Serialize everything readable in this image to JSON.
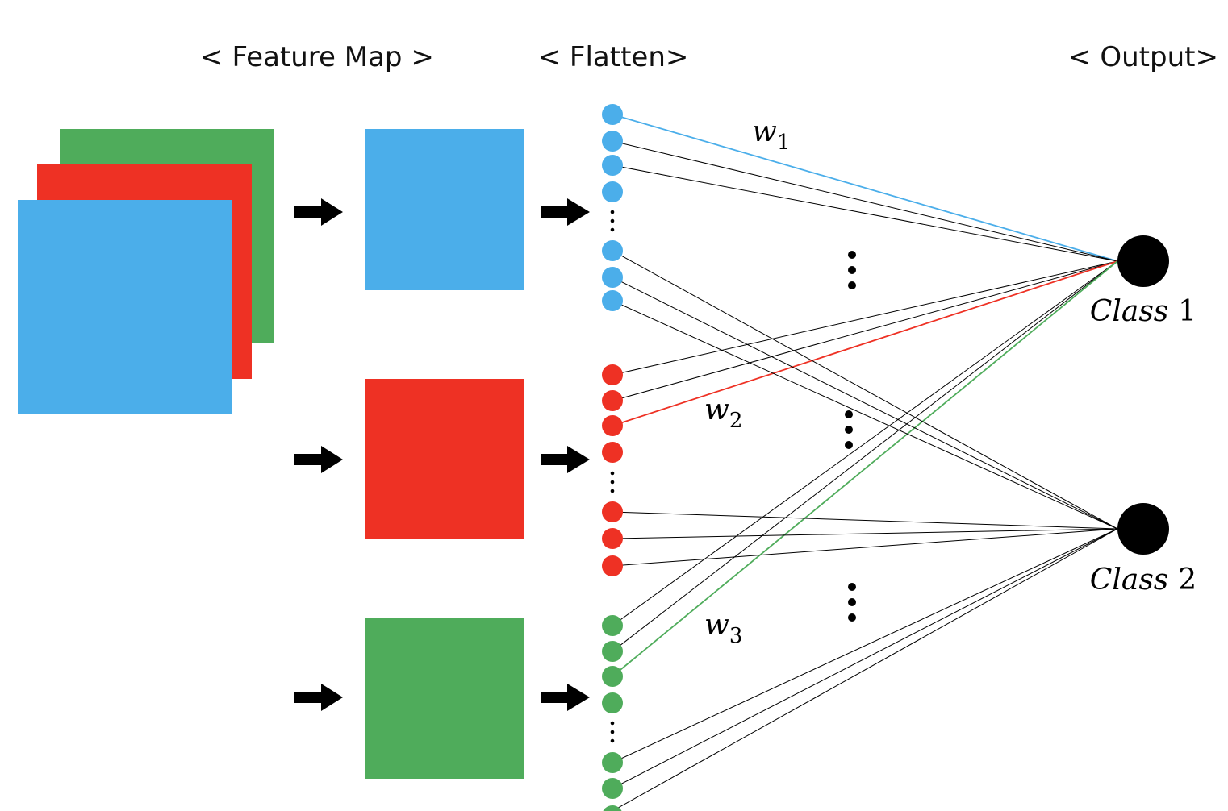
{
  "headers": {
    "feature_map": "< Feature Map >",
    "flatten": "< Flatten>",
    "output": "< Output>"
  },
  "weights": [
    {
      "symbol": "w",
      "subscript": "1"
    },
    {
      "symbol": "w",
      "subscript": "2"
    },
    {
      "symbol": "w",
      "subscript": "3"
    }
  ],
  "classes": [
    {
      "word": "Class",
      "number": "1"
    },
    {
      "word": "Class",
      "number": "2"
    }
  ],
  "colors": {
    "blue": "#4BAEEA",
    "red": "#EE3124",
    "green": "#4FAC5B",
    "black": "#000000"
  },
  "icons": {
    "arrow": "right-arrow-icon",
    "ellipsis": "vertical-ellipsis-icon"
  }
}
